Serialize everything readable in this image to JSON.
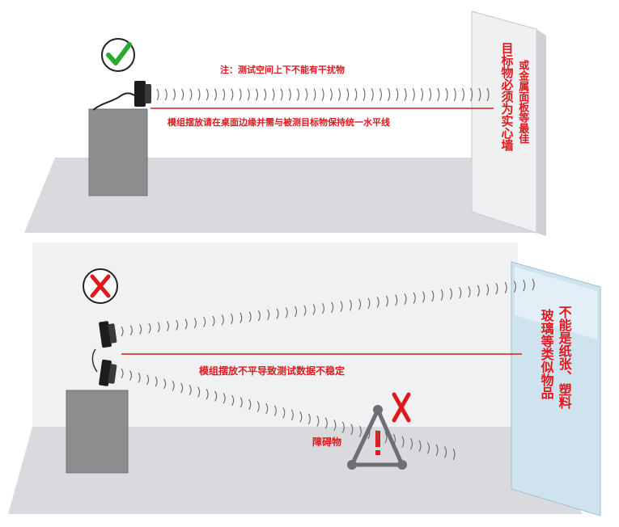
{
  "top": {
    "note": "注：测试空间上下不能有干扰物",
    "instruction": "模组摆放请在桌面边缘并需与被测目标物保持统一水平线",
    "target_col1": "目标物必须为实心墙",
    "target_col2": "或金属面板等最佳"
  },
  "bottom": {
    "instruction": "模组摆放不平导致测试数据不稳定",
    "obstacle_label": "障碍物",
    "target_col1": "不能是纸张、塑料",
    "target_col2": "玻璃等类似物品"
  },
  "colors": {
    "accent": "#e0191e",
    "check": "#2aa830",
    "floor": "#d9dadd",
    "box": "#8d8e90"
  }
}
